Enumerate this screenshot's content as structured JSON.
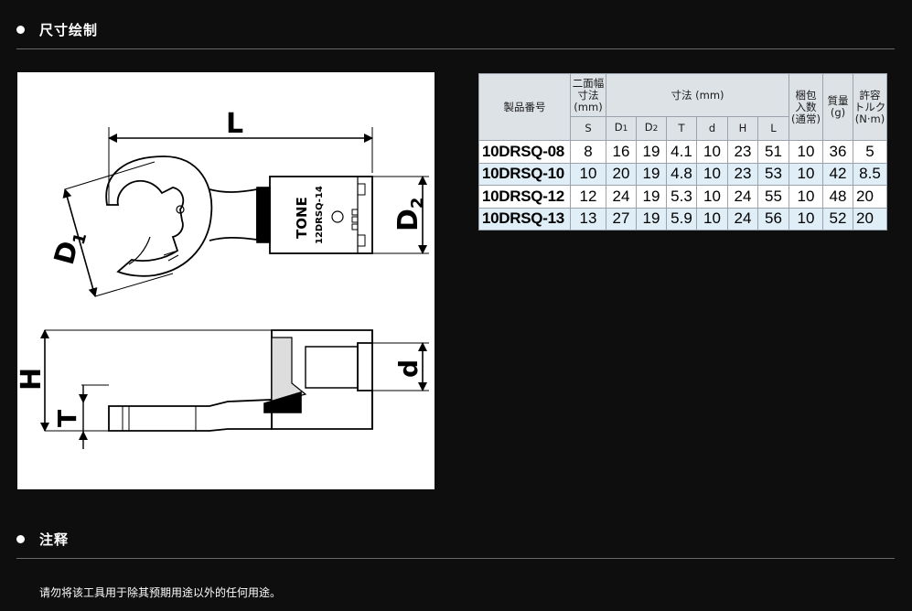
{
  "sections": [
    {
      "title": "尺寸绘制"
    },
    {
      "title": "注释"
    }
  ],
  "note": "请勿将该工具用于除其预期用途以外的任何用途。",
  "drawing": {
    "labels": {
      "L": "L",
      "D1_main": "D",
      "D1_sub": "1",
      "D2_main": "D",
      "D2_sub": "2",
      "H": "H",
      "T": "T",
      "d": "d"
    },
    "brand": "TONE",
    "model_mark": "12DRSQ-14"
  },
  "table": {
    "header": {
      "product": "製品番号",
      "across": [
        "二面幅",
        "寸法",
        "(mm)"
      ],
      "dims": "寸法 (mm)",
      "pack": [
        "梱包",
        "入数",
        "(通常)"
      ],
      "mass": [
        "質量",
        "(g)"
      ],
      "torque": [
        "許容",
        "トルク",
        "(N·m)"
      ],
      "sub": {
        "S": "S",
        "D1": "D",
        "D1_sub": "1",
        "D2": "D",
        "D2_sub": "2",
        "T": "T",
        "d": "d",
        "H": "H",
        "L": "L"
      }
    },
    "rows": [
      {
        "code": "10DRSQ-08",
        "S": "8",
        "D1": "16",
        "D2": "19",
        "T": "4.1",
        "d": "10",
        "H": "23",
        "L": "51",
        "pack": "10",
        "mass": "36",
        "torque": "5"
      },
      {
        "code": "10DRSQ-10",
        "S": "10",
        "D1": "20",
        "D2": "19",
        "T": "4.8",
        "d": "10",
        "H": "23",
        "L": "53",
        "pack": "10",
        "mass": "42",
        "torque": "8.5"
      },
      {
        "code": "10DRSQ-12",
        "S": "12",
        "D1": "24",
        "D2": "19",
        "T": "5.3",
        "d": "10",
        "H": "24",
        "L": "55",
        "pack": "10",
        "mass": "48",
        "torque": "20"
      },
      {
        "code": "10DRSQ-13",
        "S": "13",
        "D1": "27",
        "D2": "19",
        "T": "5.9",
        "d": "10",
        "H": "24",
        "L": "56",
        "pack": "10",
        "mass": "52",
        "torque": "20"
      }
    ]
  }
}
